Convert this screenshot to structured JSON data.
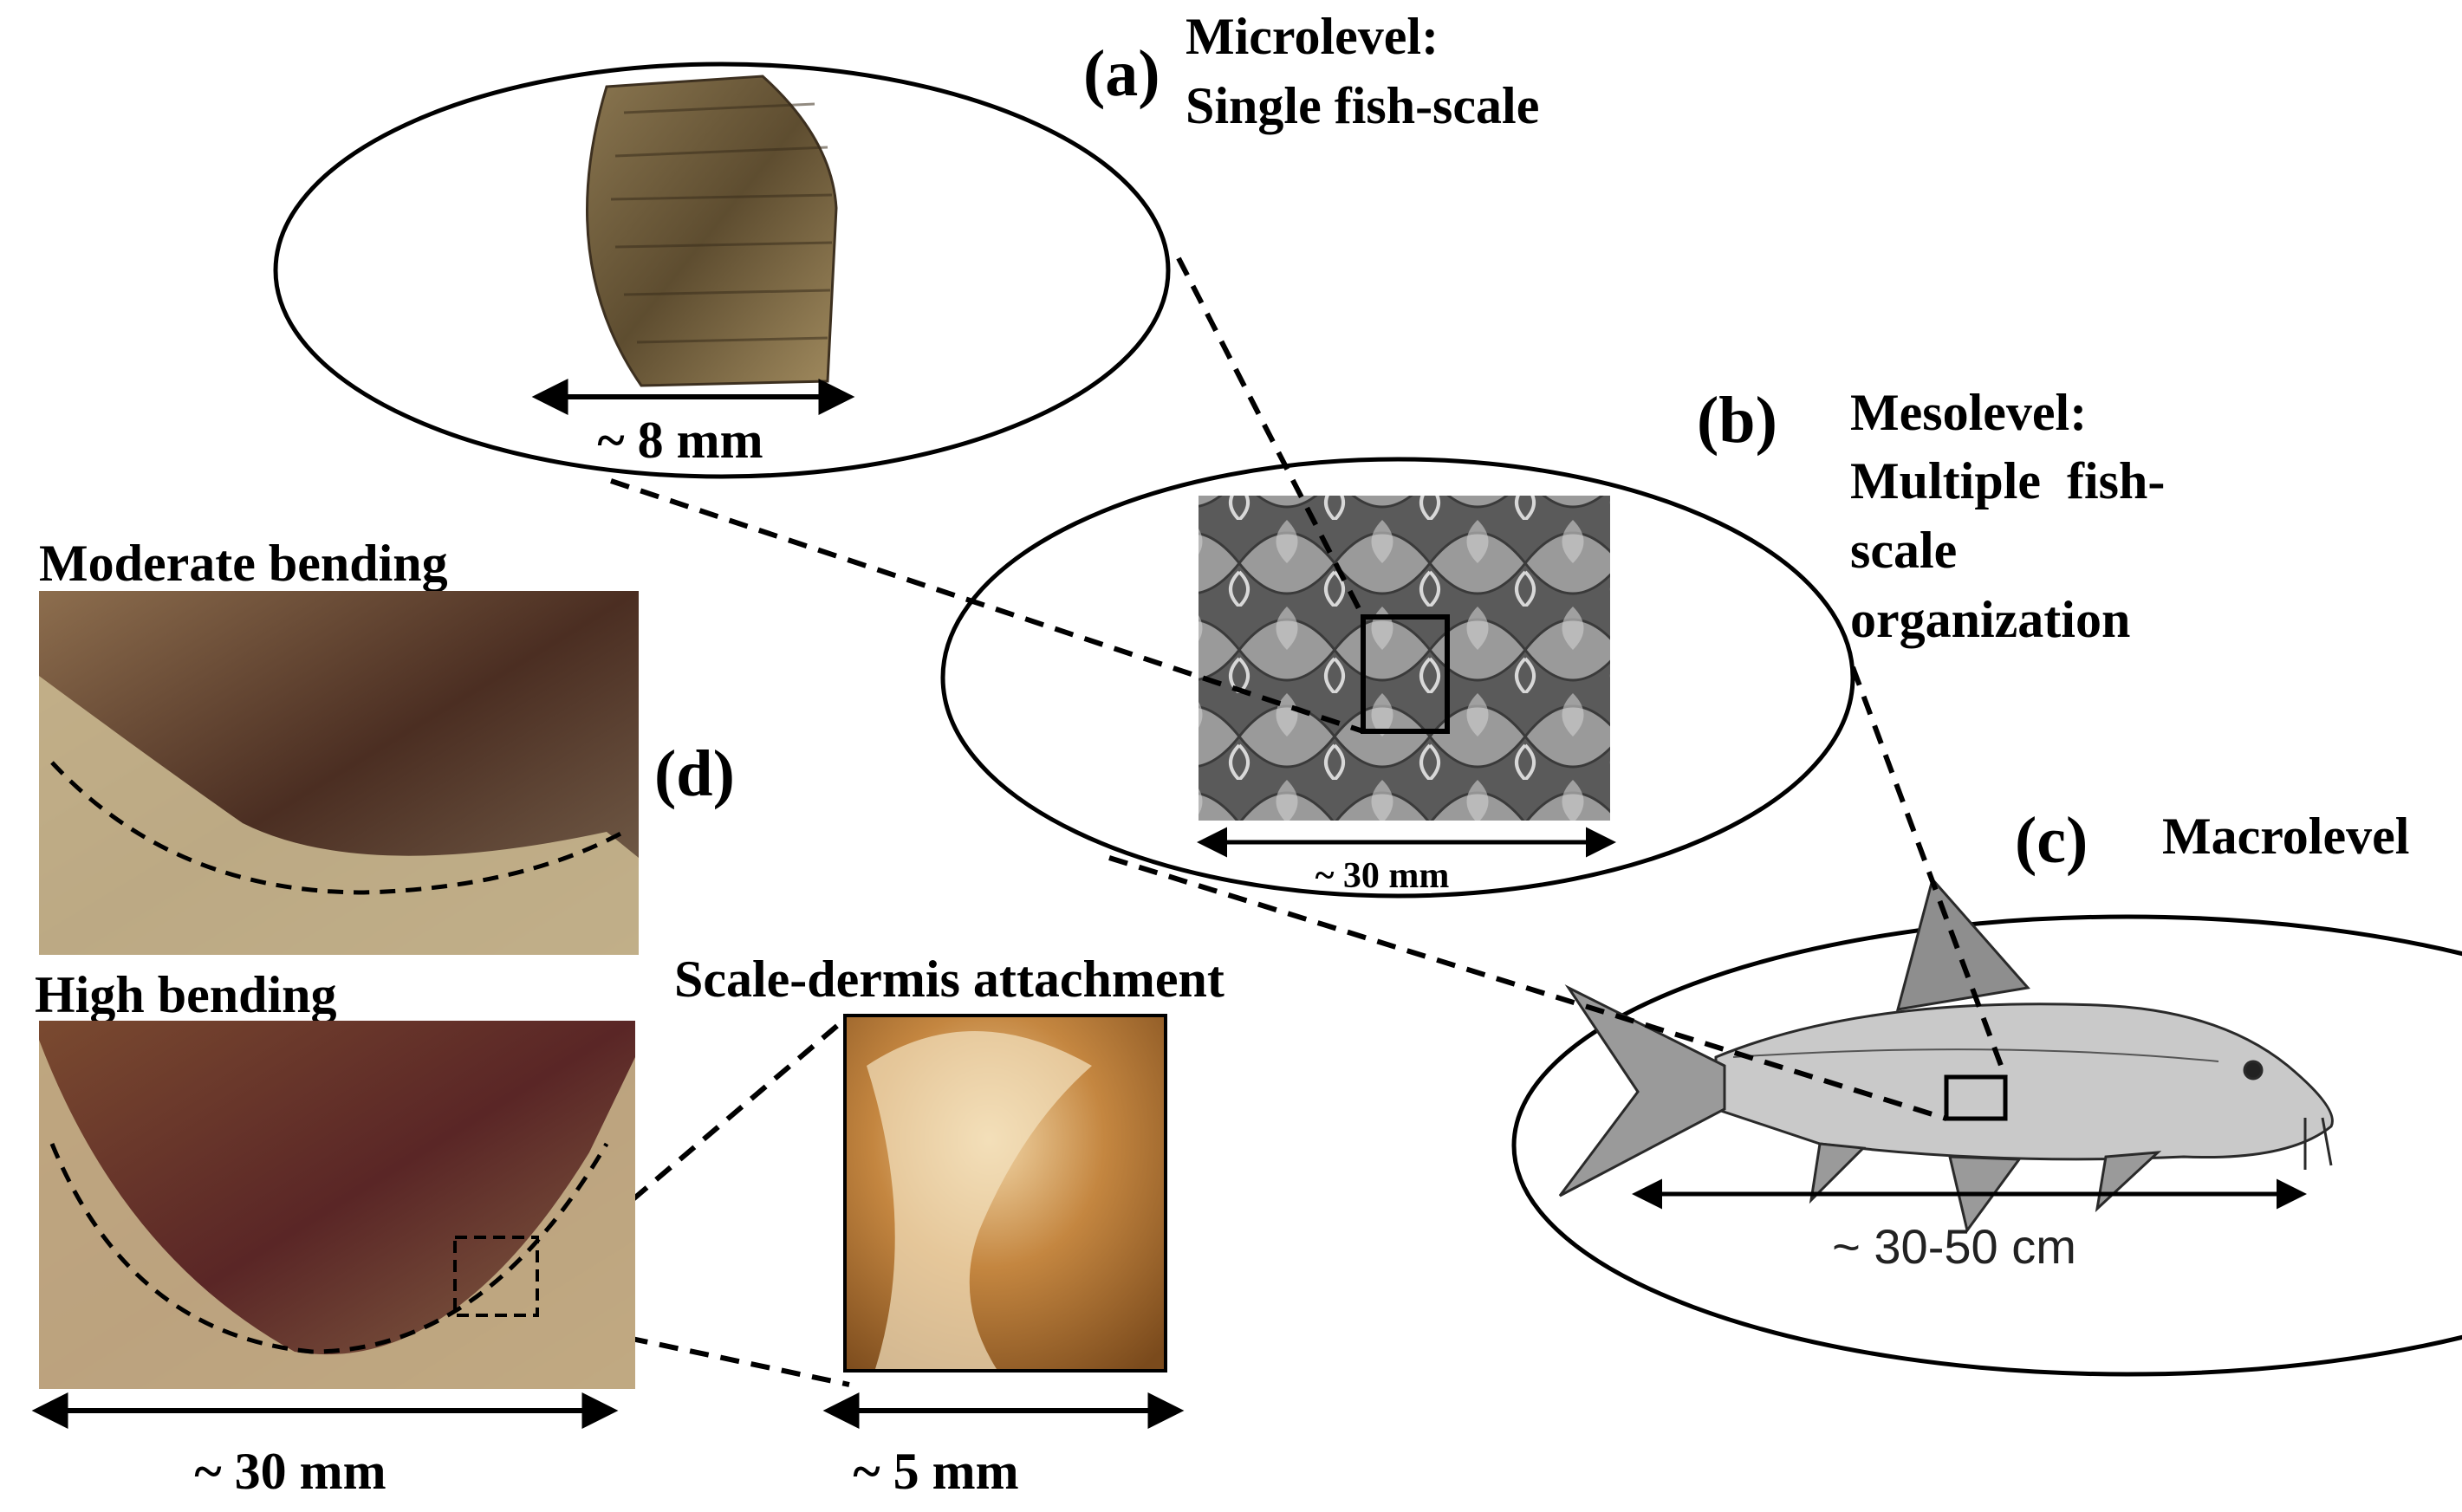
{
  "panels": {
    "a": {
      "letter": "(a)",
      "title": "Microlevel:",
      "subtitle": "Single fish-scale",
      "scale": "~ 8 mm"
    },
    "b": {
      "letter": "(b)",
      "title": "Mesolevel:",
      "subtitle_lines": [
        "Multiple  fish-",
        "scale",
        "organization"
      ],
      "scale": "~ 30 mm"
    },
    "c": {
      "letter": "(c)",
      "title": "Macrolevel",
      "scale": "~ 30-50 cm"
    },
    "d": {
      "letter": "(d)",
      "moderate_label": "Moderate bending",
      "high_label": "High bending",
      "attachment_label": "Scale-dermis attachment",
      "high_scale": "~ 30 mm",
      "attachment_scale": "~ 5 mm"
    }
  },
  "colors": {
    "line": "#000000",
    "scale_brown": "#6b5a3a",
    "grey_scales": "#7f7f7f",
    "skin_photo": "#b59f7a",
    "attachment_photo": "#c8964a"
  },
  "icons": [
    "fish-scale-photo",
    "scale-pattern-image",
    "fish-illustration",
    "bent-skin-photo",
    "attachment-photo"
  ]
}
